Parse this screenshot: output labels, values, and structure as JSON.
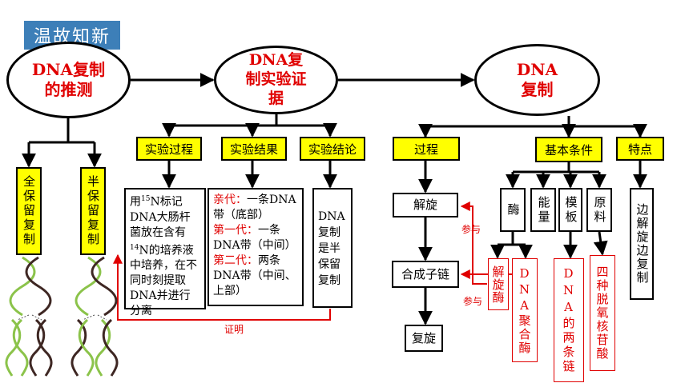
{
  "title": "温故知新",
  "nodes": {
    "inference": "DNA复制的推测",
    "evidence": "DNA复制实验证据",
    "replication": "DNA复制"
  },
  "hypotheses": {
    "full": "全保留复制",
    "semi": "半保留复制"
  },
  "experiment": {
    "process_label": "实验过程",
    "result_label": "实验结果",
    "conclusion_label": "实验结论",
    "process_text_1": "用",
    "process_sup_1": "15",
    "process_text_2": "N标记DNA大肠杆菌放在含有",
    "process_sup_2": "14",
    "process_text_3": "N的培养液中培养，在不同时刻提取DNA并进行分离",
    "result_g0_label": "亲代：",
    "result_g0_text": "一条DNA带（底部）",
    "result_g1_label": "第一代：",
    "result_g1_text": "一条DNA带（中间）",
    "result_g2_label": "第二代：",
    "result_g2_text": "两条DNA带（中间、上部）",
    "conclusion_text": "DNA复制是半保留复制",
    "proof_label": "证明"
  },
  "replication": {
    "process_label": "过程",
    "conditions_label": "基本条件",
    "features_label": "特点",
    "step_unwind": "解旋",
    "step_synth": "合成子链",
    "step_rewind": "复旋",
    "participate_1": "参与",
    "participate_2": "参与",
    "cond_enzyme": "酶",
    "cond_energy": "能量",
    "cond_template": "模板",
    "cond_material": "原料",
    "enzyme_helicase": "解旋酶",
    "enzyme_polymerase": "DNA聚合酶",
    "template_detail": "DNA的两条链",
    "material_detail": "四种脱氧核苷酸",
    "features_text": "边解旋边复制"
  },
  "colors": {
    "accent_red": "#e00000",
    "highlight_yellow": "#ffff00",
    "title_blue": "#3d7fb8"
  }
}
